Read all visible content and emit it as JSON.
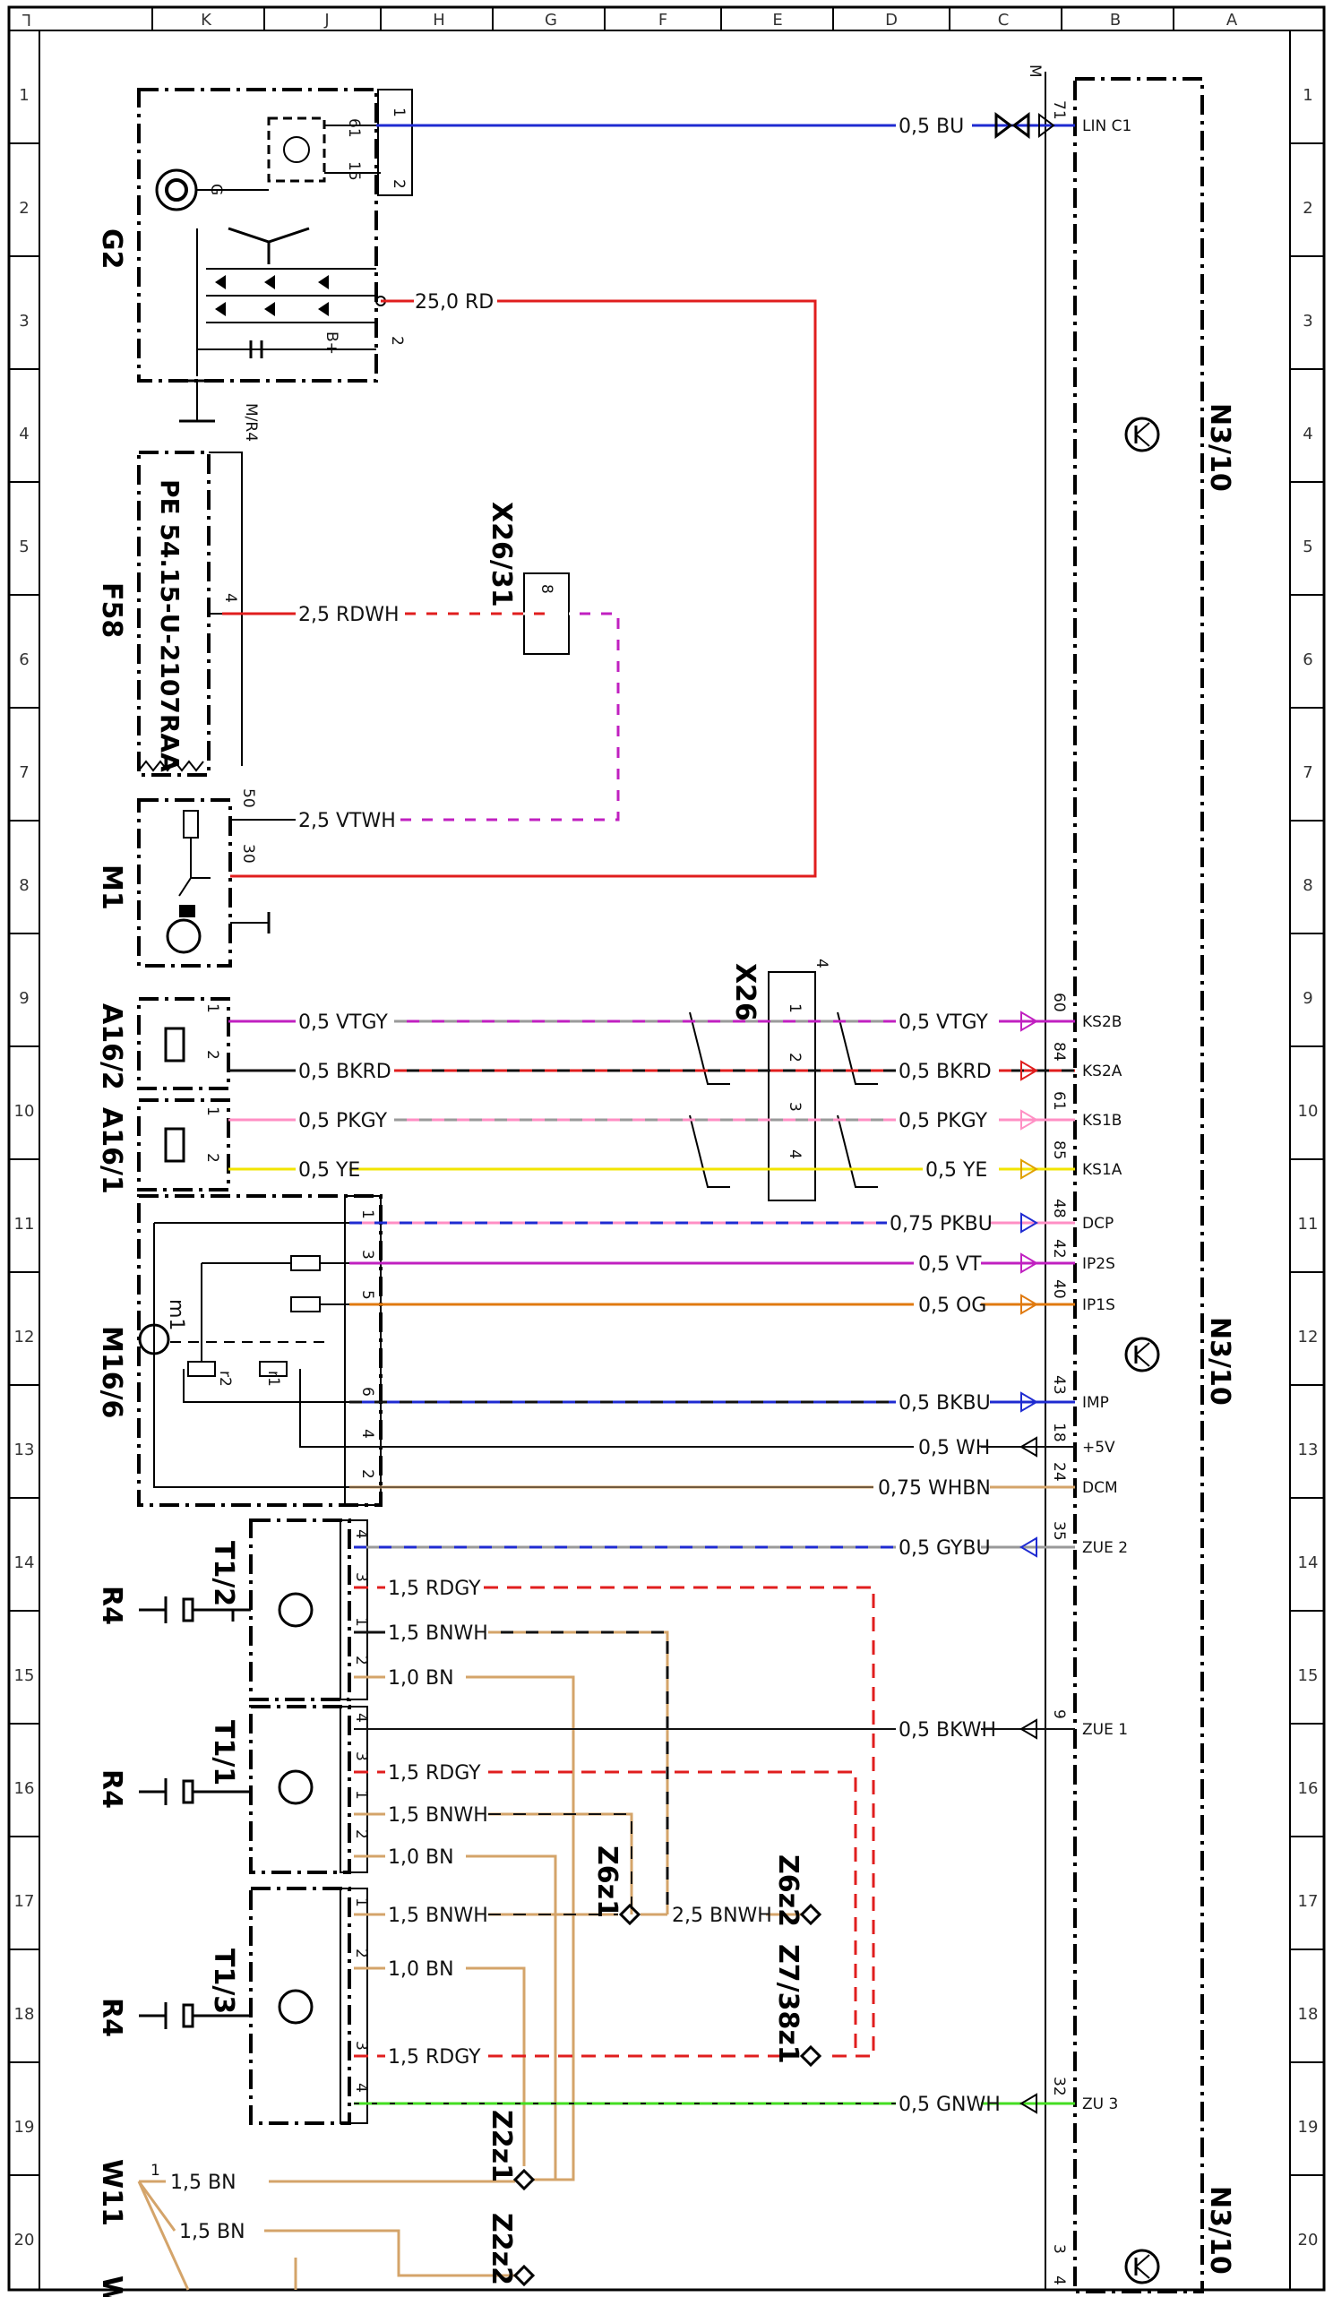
{
  "grid": {
    "columns": [
      "L",
      "K",
      "J",
      "H",
      "G",
      "F",
      "E",
      "D",
      "C",
      "B",
      "A"
    ],
    "rows": [
      "1",
      "2",
      "3",
      "4",
      "5",
      "6",
      "7",
      "8",
      "9",
      "10",
      "11",
      "12",
      "13",
      "14",
      "15",
      "16",
      "17",
      "18",
      "19",
      "20"
    ]
  },
  "components": {
    "g2": "G2",
    "f58": "F58",
    "f58_text": "PE 54.15-U-2107RAA",
    "m1": "M1",
    "a16_2": "A16/2",
    "a16_1": "A16/1",
    "m16_6": "M16/6",
    "t1_2": "T1/2",
    "t1_1": "T1/1",
    "t1_3": "T1/3",
    "r4_a": "R4",
    "r4_b": "R4",
    "r4_c": "R4",
    "w11": "W11",
    "w_cut": "W",
    "x26": "X26",
    "x26_31": "X26/31",
    "n3_10_a": "N3/10",
    "n3_10_b": "N3/10",
    "n3_10_c": "N3/10",
    "z6z1": "Z6z1",
    "z6z2": "Z6z2",
    "z7_38z1": "Z7/38z1",
    "z2z1": "Z2z1",
    "z2z2": "Z2z2",
    "mr4": "M/R4",
    "m_top": "M",
    "m1_inner": "m1",
    "r1": "r1",
    "r2": "r2"
  },
  "wires": {
    "lin": "0,5 BU",
    "b_plus": "25,0 RD",
    "f58_out": "2,5 RDWH",
    "m1_50": "2,5 VTWH",
    "ks2b": "0,5 VTGY",
    "ks2a": "0,5 BKRD",
    "ks1b": "0,5 PKGY",
    "ks1a": "0,5 YE",
    "dcp": "0,75 PKBU",
    "ip2s": "0,5 VT",
    "ip1s": "0,5 OG",
    "imp": "0,5 BKBU",
    "plus5v": "0,5 WH",
    "dcm": "0,75 WHBN",
    "zue2": "0,5 GYBU",
    "t12_rdgy": "1,5 RDGY",
    "t12_bnwh": "1,5 BNWH",
    "t12_bn": "1,0 BN",
    "zue1": "0,5 BKWH",
    "t11_rdgy": "1,5 RDGY",
    "t11_bnwh": "1,5 BNWH",
    "t11_bn": "1,0 BN",
    "t13_bnwh": "1,5 BNWH",
    "z6_bnwh": "2,5 BNWH",
    "t13_bn": "1,0 BN",
    "t13_rdgy": "1,5 RDGY",
    "zu3": "0,5 GNWH",
    "w11_bn1": "1,5 BN",
    "w11_bn2": "1,5 BN"
  },
  "ecu_pins": {
    "lin_c1": "LIN C1",
    "ks2b": "KS2B",
    "ks2a": "KS2A",
    "ks1b": "KS1B",
    "ks1a": "KS1A",
    "dcp": "DCP",
    "ip2s": "IP2S",
    "ip1s": "IP1S",
    "imp": "IMP",
    "plus5v": "+5V",
    "dcm": "DCM",
    "zue2": "ZUE 2",
    "zue1": "ZUE 1",
    "zu3": "ZU 3"
  },
  "pin_numbers": {
    "n3_lin": "71",
    "n3_ks2b": "60",
    "n3_ks2a": "84",
    "n3_ks1b": "61",
    "n3_ks1a": "85",
    "n3_dcp": "48",
    "n3_ip2s": "42",
    "n3_ip1s": "40",
    "n3_imp": "43",
    "n3_5v": "18",
    "n3_dcm": "24",
    "n3_zue2": "35",
    "n3_zue1": "9",
    "n3_zu3": "32",
    "n3_b3": "3",
    "n3_b4": "4",
    "g2_61": "61",
    "g2_15": "15",
    "g2_1": "1",
    "g2_2": "2",
    "g2_b2": "2",
    "f58_4": "4",
    "m1_50": "50",
    "m1_30": "30",
    "x2631_8": "8",
    "a162_1": "1",
    "a162_2": "2",
    "a161_1": "1",
    "a161_2": "2",
    "x26_1": "1",
    "x26_2": "2",
    "x26_3": "3",
    "x26_4": "4",
    "x26_top": "4",
    "m166_1": "1",
    "m166_3": "3",
    "m166_5": "5",
    "m166_6": "6",
    "m166_4": "4",
    "m166_2": "2",
    "t12_4": "4",
    "t12_3": "3",
    "t12_1": "1",
    "t12_2": "2",
    "t11_4": "4",
    "t11_3": "3",
    "t11_1": "1",
    "t11_2": "2",
    "t13_1": "1",
    "t13_2": "2",
    "t13_3": "3",
    "t13_4": "4",
    "w11_1": "1",
    "g2_g": "G",
    "g2_bplus": "B+"
  },
  "colors": {
    "frame": "#000000",
    "blue": "#1f2bd1",
    "red": "#e01e1e",
    "violet": "#c020c0",
    "black": "#111111",
    "pink": "#ff8fc4",
    "grey": "#9a9a9a",
    "yellow": "#f2e400",
    "orange": "#e07a10",
    "white_wire": "#d8d8d8",
    "brown": "#d4a46a",
    "green": "#44dd22"
  }
}
